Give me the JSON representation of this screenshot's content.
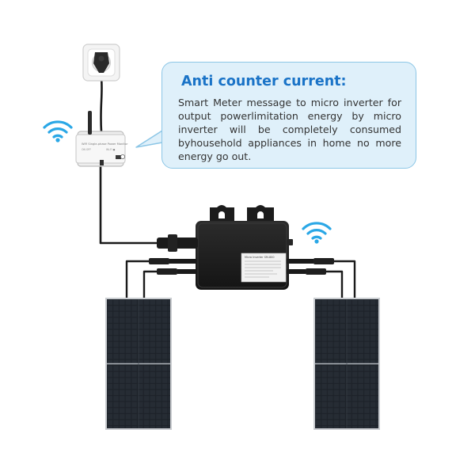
{
  "callout": {
    "title": "Anti counter current:",
    "body": "Smart Meter message to micro inverter for output powerlimitation energy by micro inverter will be completely consumed byhousehold appliances in home no more energy go out."
  },
  "meter": {
    "label_title": "WiFi Single-phase Power Monitor",
    "label_left": "ON  OFF",
    "label_right": "Wi-Fi  ●"
  },
  "inverter": {
    "label_title": "Micro Inverter SM-800"
  },
  "components": {
    "socket": "wall-socket",
    "meter": "smart-meter",
    "inverter": "micro-inverter",
    "panels": [
      "solar-panel-left",
      "solar-panel-right"
    ]
  },
  "colors": {
    "title_blue": "#1a73c7",
    "callout_fill": "#dff0fa",
    "callout_border": "#8cc6e6",
    "wifi_blue": "#2aa7e6",
    "cable": "#1a1a1a",
    "panel": "#1c2026"
  }
}
